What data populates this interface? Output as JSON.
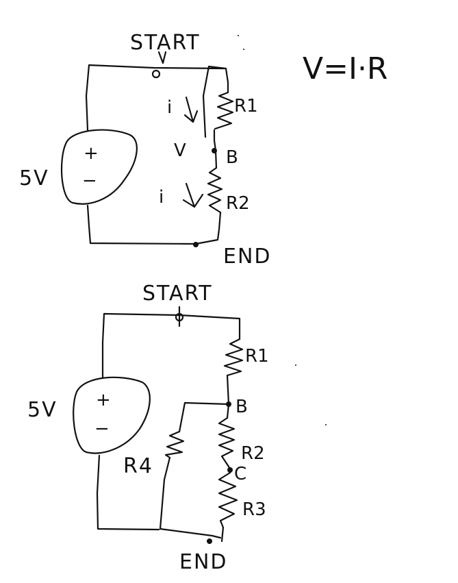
{
  "equation": "V=I·R",
  "top_circuit": {
    "start_label": "START",
    "source_label": "5V",
    "plus": "+",
    "minus": "−",
    "r1_label": "R1",
    "r2_label": "R2",
    "node_b_label": "B",
    "current_1": "i",
    "current_2": "i",
    "voltage_mark": "V",
    "end_label": "END"
  },
  "bottom_circuit": {
    "start_label": "START",
    "source_label": "5V",
    "plus": "+",
    "minus": "−",
    "r1_label": "R1",
    "r2_label": "R2",
    "r3_label": "R3",
    "r4_label": "R4",
    "node_b_label": "B",
    "node_c_label": "C",
    "end_label": "END"
  }
}
